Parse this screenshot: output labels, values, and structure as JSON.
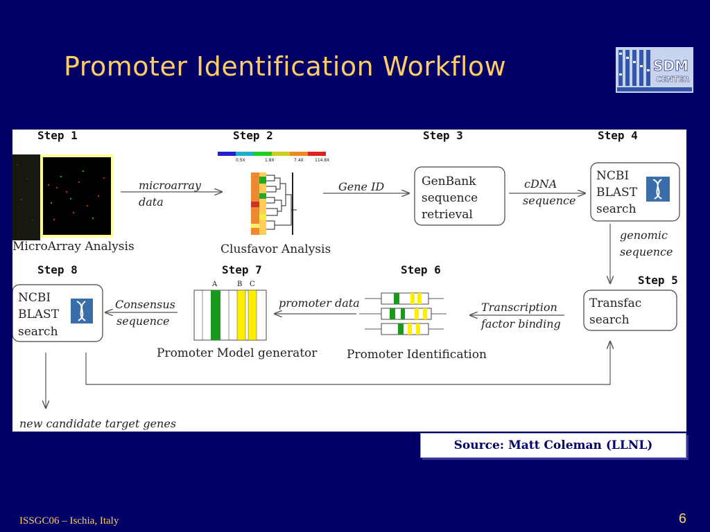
{
  "slide": {
    "title": "Promoter Identification Workflow",
    "footer_left": "ISSGC06 – Ischia, Italy",
    "page_number": "6",
    "source": "Source: Matt Coleman (LLNL)",
    "logo_text_1": "SDM",
    "logo_text_2": "CENTER"
  },
  "workflow": {
    "steps": {
      "s1": "Step 1",
      "s2": "Step 2",
      "s3": "Step 3",
      "s4": "Step 4",
      "s5": "Step 5",
      "s6": "Step 6",
      "s7": "Step 7",
      "s8": "Step 8"
    },
    "captions": {
      "microarray_analysis": "MicroArray Analysis",
      "clusfavor_analysis": "Clusfavor Analysis",
      "promoter_model_generator": "Promoter Model generator",
      "promoter_identification": "Promoter Identification"
    },
    "boxes": {
      "genbank": [
        "GenBank",
        "sequence",
        "retrieval"
      ],
      "ncbi_top": [
        "NCBI",
        "BLAST",
        "search"
      ],
      "transfac": [
        "Transfac",
        "search"
      ],
      "ncbi_bottom": [
        "NCBI",
        "BLAST",
        "search"
      ]
    },
    "edges": {
      "microarray_data": [
        "microarray",
        "data"
      ],
      "gene_id": "Gene ID",
      "cdna_sequence": [
        "cDNA",
        "sequence"
      ],
      "genomic_sequence": [
        "genomic",
        "sequence"
      ],
      "transcription_factor_binding": [
        "Transcription",
        "factor binding"
      ],
      "promoter_data": "promoter data",
      "consensus_sequence": [
        "Consensus",
        "sequence"
      ],
      "new_candidate": "new candidate target genes"
    },
    "scale_labels": [
      "0.5X",
      "1.8X",
      "7.4X",
      "114.8X"
    ],
    "model_labels": [
      "A",
      "B",
      "C"
    ],
    "colors": {
      "green": "#1a9a1a",
      "yellow": "#ffee00",
      "blast_icon": "#3a6ea8"
    }
  }
}
